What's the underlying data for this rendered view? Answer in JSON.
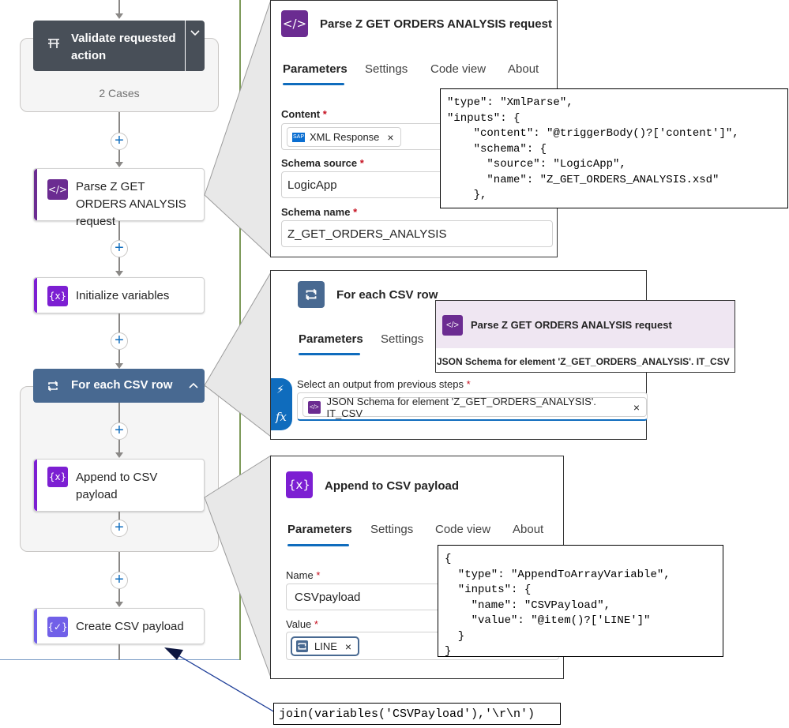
{
  "flow": {
    "validate": {
      "label": "Validate requested action",
      "cases": "2 Cases",
      "icon": "switch-icon",
      "chevron": "chevron-down-icon"
    },
    "parse": {
      "label": "Parse Z GET ORDERS ANALYSIS request",
      "icon": "xml-parse-icon"
    },
    "init_vars": {
      "label": "Initialize variables",
      "icon": "variable-icon"
    },
    "foreach": {
      "label": "For each CSV row",
      "icon": "loop-icon",
      "chevron": "chevron-up-icon"
    },
    "append": {
      "label": "Append to CSV payload",
      "icon": "variable-icon"
    },
    "create": {
      "label": "Create CSV payload",
      "icon": "compose-icon"
    },
    "plus_symbol": "+"
  },
  "panel_parse": {
    "title": "Parse Z GET ORDERS ANALYSIS request",
    "tabs": [
      "Parameters",
      "Settings",
      "Code view",
      "About"
    ],
    "content_label": "Content",
    "content_chip": "XML Response",
    "schema_source_label": "Schema source",
    "schema_source_value": "LogicApp",
    "schema_name_label": "Schema name",
    "schema_name_value": "Z_GET_ORDERS_ANALYSIS",
    "required_mark": "*",
    "chip_remove": "×",
    "code": "\"type\": \"XmlParse\",\n\"inputs\": {\n    \"content\": \"@triggerBody()?['content']\",\n    \"schema\": {\n      \"source\": \"LogicApp\",\n      \"name\": \"Z_GET_ORDERS_ANALYSIS.xsd\"\n    },"
  },
  "panel_foreach": {
    "title": "For each CSV row",
    "tabs": [
      "Parameters",
      "Settings"
    ],
    "select_label": "Select an output from previous steps",
    "required_mark": "*",
    "chip": "JSON Schema for element 'Z_GET_ORDERS_ANALYSIS'. IT_CSV",
    "chip_remove": "×",
    "tooltip_title": "Parse Z GET ORDERS ANALYSIS request",
    "tooltip_text": "JSON Schema for element 'Z_GET_ORDERS_ANALYSIS'. IT_CSV",
    "lightning": "⚡",
    "fx": "fx"
  },
  "panel_append": {
    "title": "Append to CSV payload",
    "tabs": [
      "Parameters",
      "Settings",
      "Code view",
      "About"
    ],
    "name_label": "Name",
    "name_value": "CSVpayload",
    "value_label": "Value",
    "value_chip": "LINE",
    "required_mark": "*",
    "chip_remove": "×",
    "code": "{\n  \"type\": \"AppendToArrayVariable\",\n  \"inputs\": {\n    \"name\": \"CSVPayload\",\n    \"value\": \"@item()?['LINE']\"\n  }\n}"
  },
  "callout": {
    "text": "join(variables('CSVPayload'),'\\r\\n')"
  },
  "colors": {
    "purple": "#7160e8",
    "dark_purple": "#6b2c91",
    "switch_dark": "#484f58",
    "loop_blue": "#486991",
    "tab_blue": "#0f6cbd",
    "callout_arrow": "#1f3f99"
  }
}
